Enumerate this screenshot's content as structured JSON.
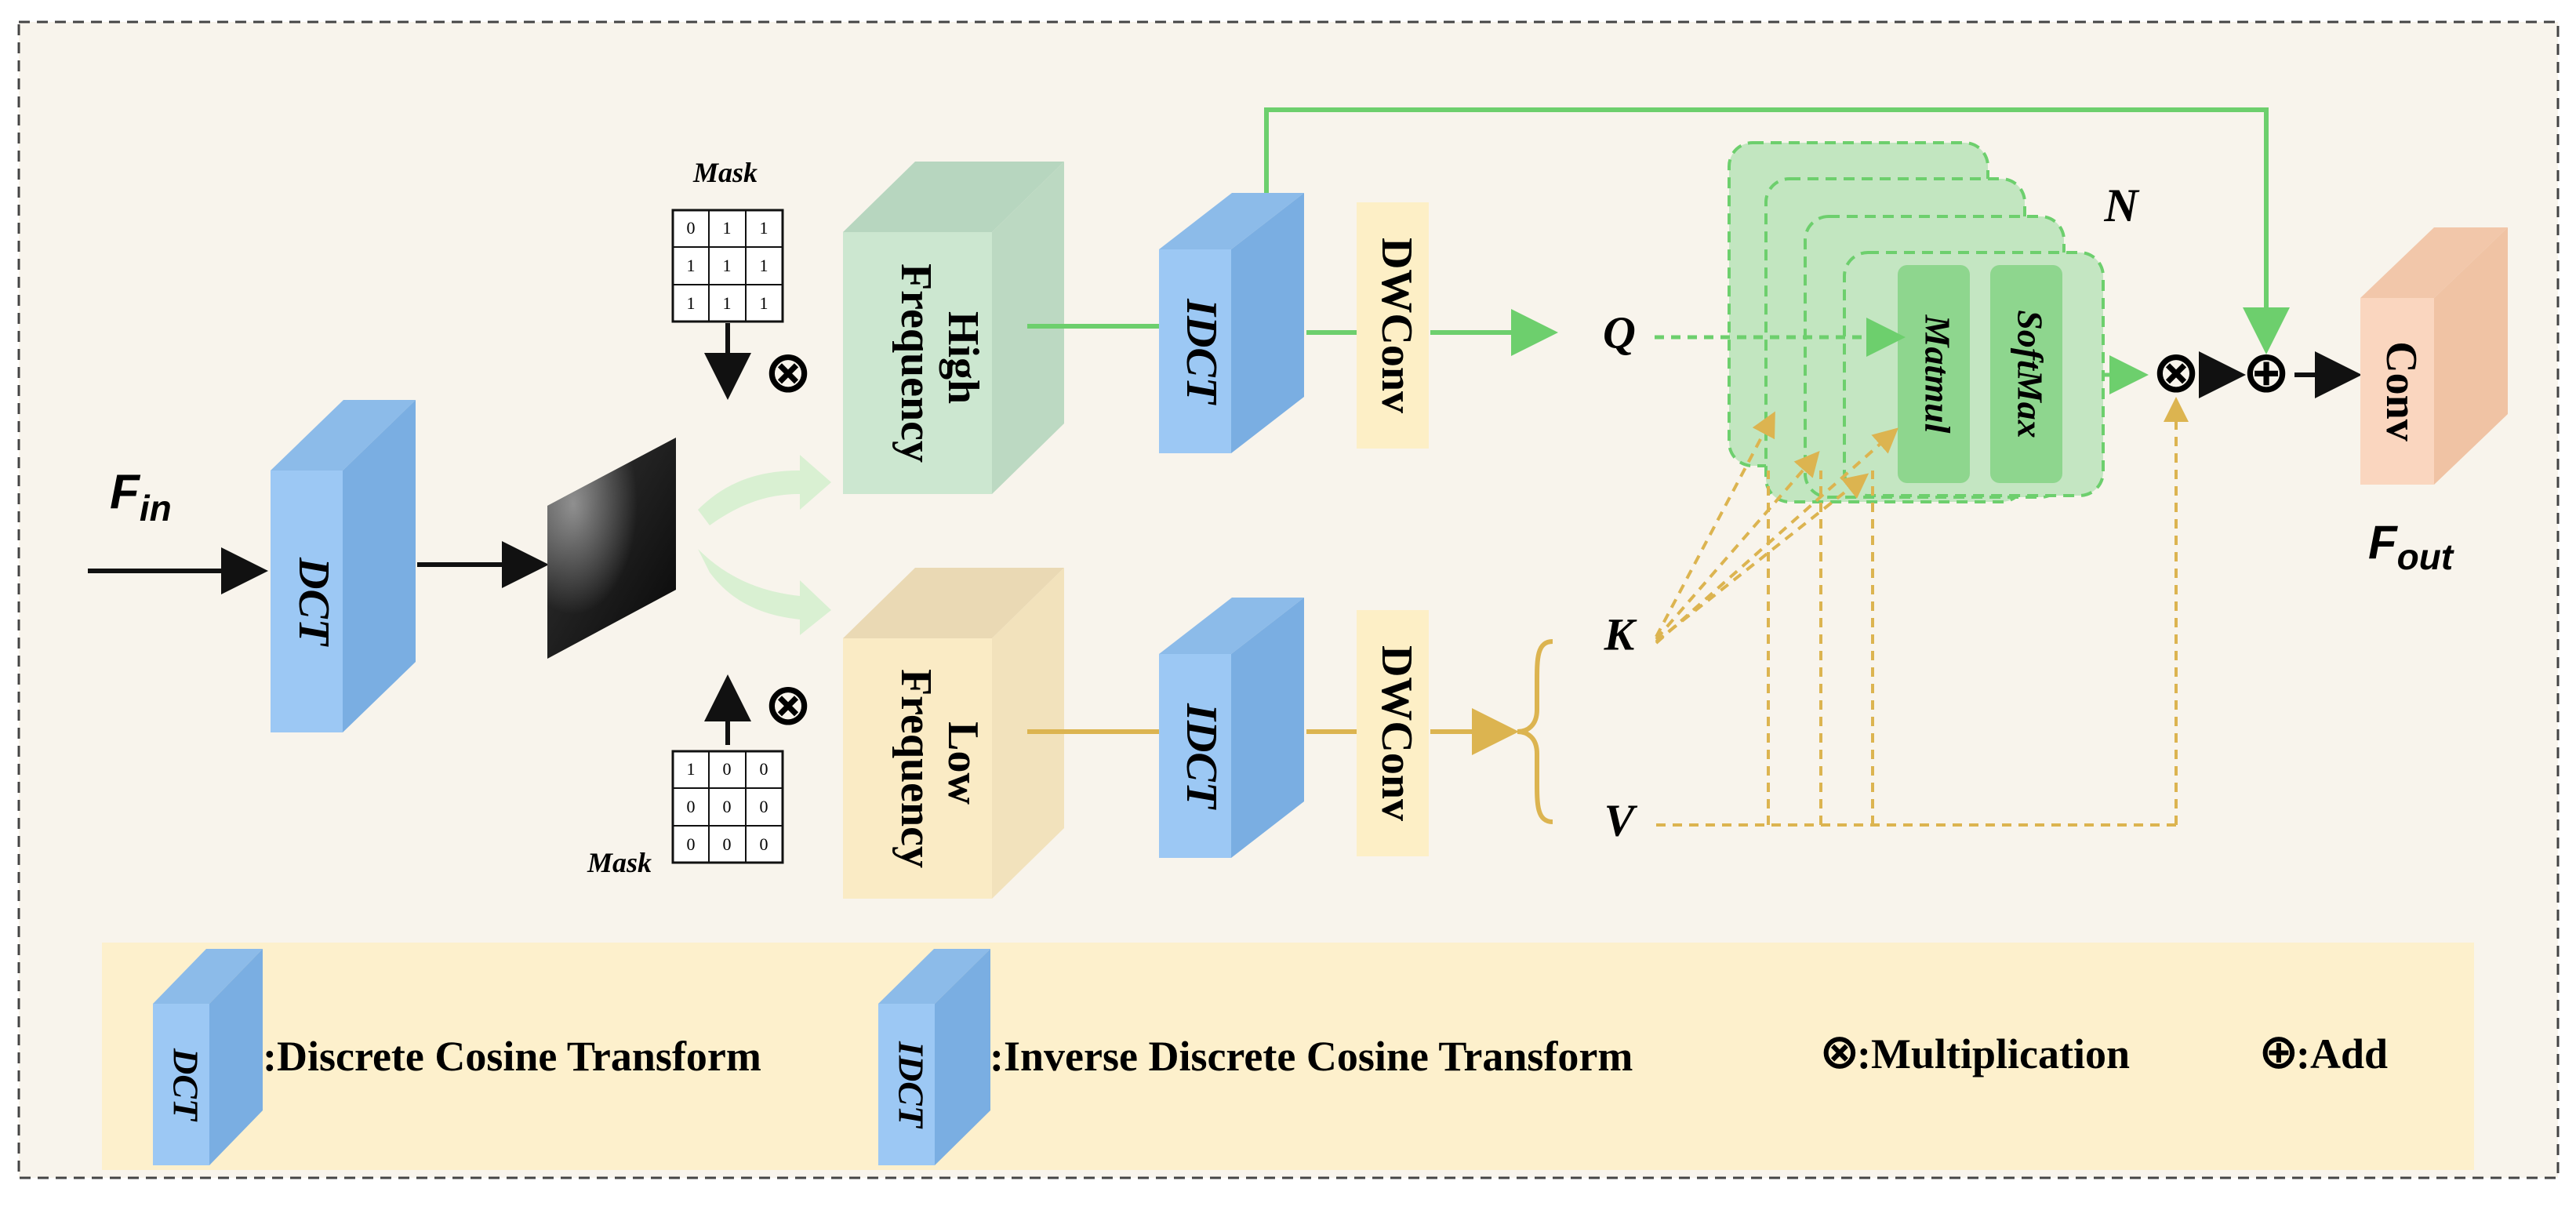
{
  "labels": {
    "f_in_main": "F",
    "f_in_sub": "in",
    "f_out_main": "F",
    "f_out_sub": "out",
    "dct": "DCT",
    "idct": "IDCT",
    "dwconv": "DWConv",
    "high_frequency_line1": "High",
    "high_frequency_line2": "Frequency",
    "low_frequency_line1": "Low",
    "low_frequency_line2": "Frequency",
    "mask": "Mask",
    "q": "Q",
    "k": "K",
    "v": "V",
    "n": "N",
    "matmul": "Matmul",
    "softmax": "SoftMax",
    "conv": "Conv",
    "multiply_symbol": "⊗",
    "add_symbol": "⊕"
  },
  "masks": {
    "high": [
      "0",
      "1",
      "1",
      "1",
      "1",
      "1",
      "1",
      "1",
      "1"
    ],
    "low": [
      "1",
      "0",
      "0",
      "0",
      "0",
      "0",
      "0",
      "0",
      "0"
    ]
  },
  "legend": {
    "dct_block": "DCT",
    "dct_desc": ":Discrete Cosine Transform",
    "idct_block": "IDCT",
    "idct_desc": ":Inverse Discrete Cosine Transform",
    "mult_symbol": "⊗",
    "mult_desc": ":Multiplication",
    "add_symbol": "⊕",
    "add_desc": ":Add"
  },
  "colors": {
    "background": "#f8f4ec",
    "blue_front": "#9cc8f4",
    "blue_top": "#8cbbe9",
    "blue_side": "#7aaee2",
    "green_branch": "#6dcf6d",
    "gold_branch": "#dcb450",
    "legend_bg": "#fdf0cc"
  }
}
